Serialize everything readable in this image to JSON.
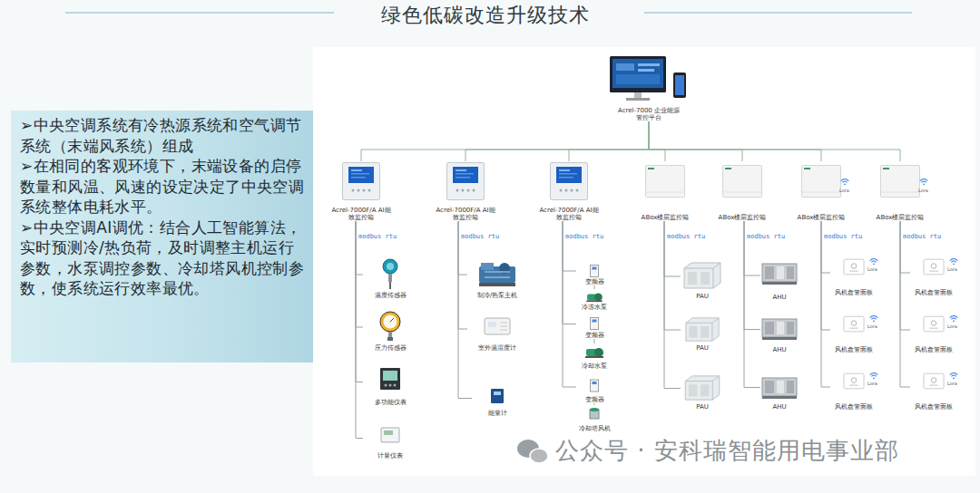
{
  "diagram": {
    "title": "绿色低碳改造升级技术",
    "nodes": [
      {
        "text": [
          "➢中央空调系统有冷热源系统和空气调节系统（末端风系统）组成",
          "➢在相同的客观环境下，末端设备的启停数量和风温、风速的设定决定了中央空调系统整体电耗水平。",
          "➢中央空调AI调优：结合人工智能算法，实时预测冷/热负荷，及时调整主机运行参数，水泵调控参数、冷却塔风机控制参数，使系统运行效率最优。"
        ]
      },
      {
        "text": [
          "Acrel-7000 企业能源管控平台"
        ]
      },
      {
        "text": [
          "Acrel-7000F/A AI能效监控箱"
        ]
      },
      {
        "text": [
          "Acrel-7000F/A AI能效监控箱"
        ]
      },
      {
        "text": [
          "Acrel-7000F/A AI能效监控箱"
        ]
      },
      {
        "text": [
          "ABox楼层监控箱"
        ]
      },
      {
        "text": [
          "ABox楼层监控箱"
        ]
      },
      {
        "text": [
          "ABox楼层监控箱"
        ]
      },
      {
        "text": [
          "ABox楼层监控箱"
        ]
      },
      {
        "text": [
          "温度传感器"
        ]
      },
      {
        "text": [
          "压力传感器"
        ]
      },
      {
        "text": [
          "多功能仪表"
        ]
      },
      {
        "text": [
          "计量仪表"
        ]
      },
      {
        "text": [
          "制冷/热泵主机"
        ]
      },
      {
        "text": [
          "室外温湿度计"
        ]
      },
      {
        "text": [
          "能量计"
        ]
      },
      {
        "text": [
          "变频器"
        ]
      },
      {
        "text": [
          "冷冻水泵"
        ]
      },
      {
        "text": [
          "变频器"
        ]
      },
      {
        "text": [
          "冷却水泵"
        ]
      },
      {
        "text": [
          "变频器"
        ]
      },
      {
        "text": [
          "冷却塔风机"
        ]
      },
      {
        "text": [
          "PAU"
        ]
      },
      {
        "text": [
          "PAU"
        ]
      },
      {
        "text": [
          "PAU"
        ]
      },
      {
        "text": [
          "AHU"
        ]
      },
      {
        "text": [
          "AHU"
        ]
      },
      {
        "text": [
          "AHU"
        ]
      },
      {
        "text": [
          "风机盘管面板"
        ]
      },
      {
        "text": [
          "风机盘管面板"
        ]
      },
      {
        "text": [
          "风机盘管面板"
        ]
      },
      {
        "text": [
          "风机盘管面板"
        ]
      },
      {
        "text": [
          "风机盘管面板"
        ]
      },
      {
        "text": [
          "风机盘管面板"
        ]
      }
    ],
    "edges": [
      {
        "from": 1,
        "to": 2,
        "arrow": "none"
      },
      {
        "from": 1,
        "to": 3,
        "arrow": "none"
      },
      {
        "from": 1,
        "to": 4,
        "arrow": "none"
      },
      {
        "from": 1,
        "to": 5,
        "arrow": "none"
      },
      {
        "from": 1,
        "to": 6,
        "arrow": "none"
      },
      {
        "from": 1,
        "to": 7,
        "arrow": "none"
      },
      {
        "from": 1,
        "to": 8,
        "arrow": "none"
      },
      {
        "from": 2,
        "to": 9,
        "label": "modbus rtu",
        "arrow": "none"
      },
      {
        "from": 2,
        "to": 10,
        "arrow": "none"
      },
      {
        "from": 2,
        "to": 11,
        "arrow": "none"
      },
      {
        "from": 2,
        "to": 12,
        "arrow": "none"
      },
      {
        "from": 3,
        "to": 13,
        "label": "modbus rtu",
        "arrow": "none"
      },
      {
        "from": 3,
        "to": 14,
        "arrow": "none"
      },
      {
        "from": 3,
        "to": 15,
        "arrow": "none"
      },
      {
        "from": 4,
        "to": 16,
        "label": "modbus rtu",
        "arrow": "none"
      },
      {
        "from": 4,
        "to": 18,
        "arrow": "none"
      },
      {
        "from": 4,
        "to": 20,
        "arrow": "none"
      },
      {
        "from": 16,
        "to": 17,
        "arrow": "none"
      },
      {
        "from": 18,
        "to": 19,
        "arrow": "none"
      },
      {
        "from": 20,
        "to": 21,
        "arrow": "none"
      },
      {
        "from": 5,
        "to": 22,
        "label": "modbus rtu",
        "arrow": "none"
      },
      {
        "from": 5,
        "to": 23,
        "arrow": "none"
      },
      {
        "from": 5,
        "to": 24,
        "arrow": "none"
      },
      {
        "from": 6,
        "to": 25,
        "label": "modbus rtu",
        "arrow": "none"
      },
      {
        "from": 6,
        "to": 26,
        "arrow": "none"
      },
      {
        "from": 6,
        "to": 27,
        "arrow": "none"
      },
      {
        "from": 7,
        "to": 28,
        "label": "modbus rtu",
        "arrow": "none"
      },
      {
        "from": 7,
        "to": 29,
        "arrow": "none"
      },
      {
        "from": 7,
        "to": 30,
        "arrow": "none"
      },
      {
        "from": 8,
        "to": 31,
        "label": "modbus rtu",
        "arrow": "none"
      },
      {
        "from": 8,
        "to": 32,
        "arrow": "none"
      },
      {
        "from": 8,
        "to": 33,
        "arrow": "none"
      }
    ],
    "labels": [
      "Lora",
      "Lora",
      "Lora",
      "Lora",
      "Lora",
      "Lora",
      "Lora",
      "Lora",
      "公众号 · 安科瑞智能用电事业部"
    ]
  }
}
